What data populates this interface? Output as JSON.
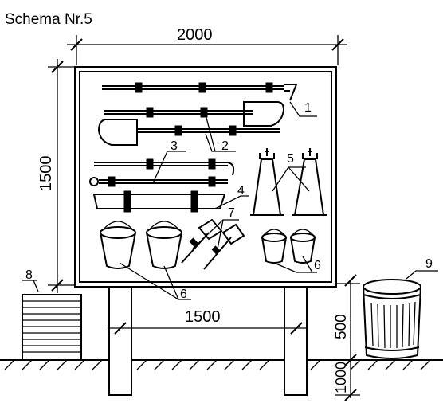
{
  "title": "Schema Nr.5",
  "dimensions": {
    "board_width": "2000",
    "board_height": "1500",
    "post_spacing": "1500",
    "above_ground": "500",
    "below_ground": "1000"
  },
  "callouts": {
    "c1": "1",
    "c2": "2",
    "c3": "3",
    "c4": "4",
    "c5": "5",
    "c6a": "6",
    "c6b": "6",
    "c7": "7",
    "c8": "8",
    "c9": "9"
  }
}
